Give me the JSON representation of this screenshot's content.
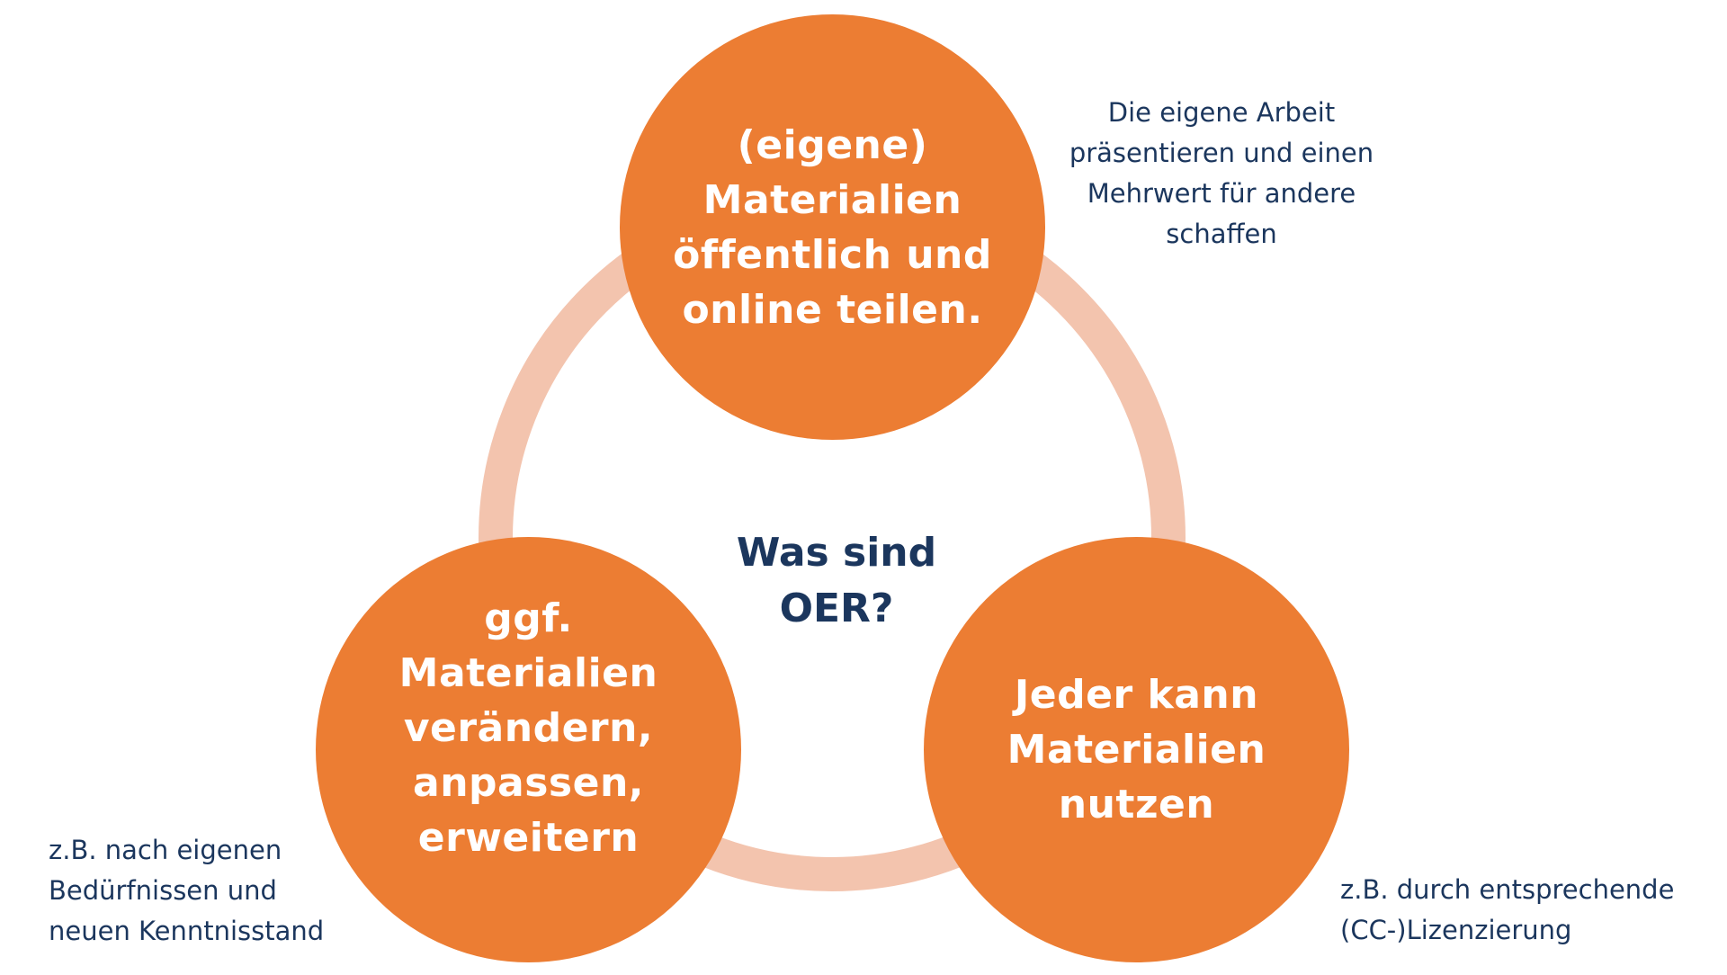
{
  "colors": {
    "node_fill": "#ec7d33",
    "ring_stroke": "#f3c4ae",
    "center_text": "#1b365d",
    "note_text": "#1b365d",
    "node_text": "#ffffff"
  },
  "center": {
    "title": "Was sind\nOER?"
  },
  "nodes": {
    "top": {
      "label": "(eigene)\nMaterialien\nöffentlich und\nonline teilen."
    },
    "left": {
      "label": "ggf.\nMaterialien\nverändern,\nanpassen,\nerweitern"
    },
    "right": {
      "label": "Jeder kann\nMaterialien\nnutzen"
    }
  },
  "notes": {
    "top": "Die eigene Arbeit\npräsentieren und einen\nMehrwert für andere\nschaffen",
    "left": "z.B. nach eigenen\nBedürfnissen und\nneuen Kenntnisstand",
    "right": "z.B. durch entsprechende\n(CC-)Lizenzierung"
  }
}
